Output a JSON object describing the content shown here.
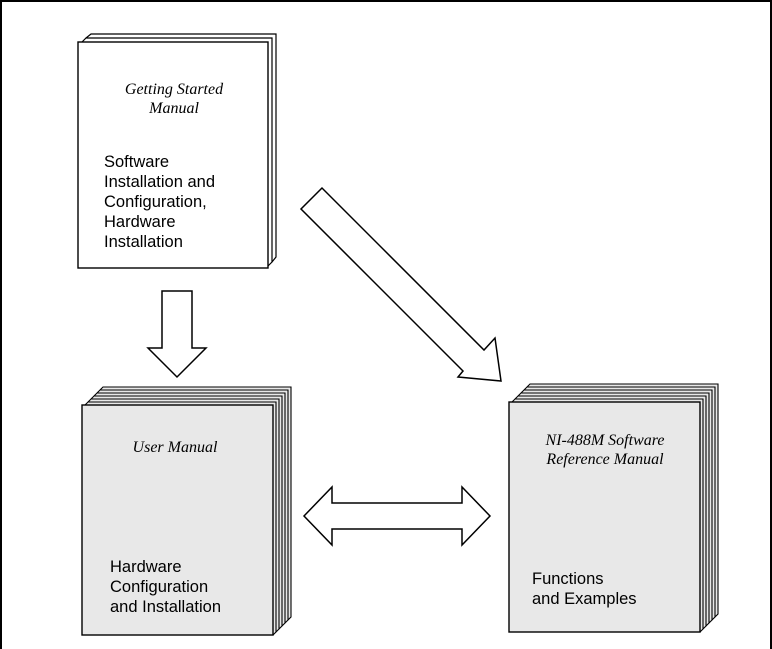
{
  "getting_started": {
    "title_line1": "Getting Started",
    "title_line2": "Manual",
    "body_lines": [
      "Software",
      "Installation and",
      "Configuration,",
      "Hardware",
      "Installation"
    ]
  },
  "user_manual": {
    "title": "User Manual",
    "body_lines": [
      "Hardware",
      "Configuration",
      "and Installation"
    ]
  },
  "reference_manual": {
    "title_line1": "NI-488M Software",
    "title_line2": "Reference Manual",
    "body_lines": [
      "Functions",
      "and Examples"
    ]
  },
  "colors": {
    "page_fill": "#ffffff",
    "manual_fill": "#e8e8e8",
    "stroke": "#000000"
  }
}
